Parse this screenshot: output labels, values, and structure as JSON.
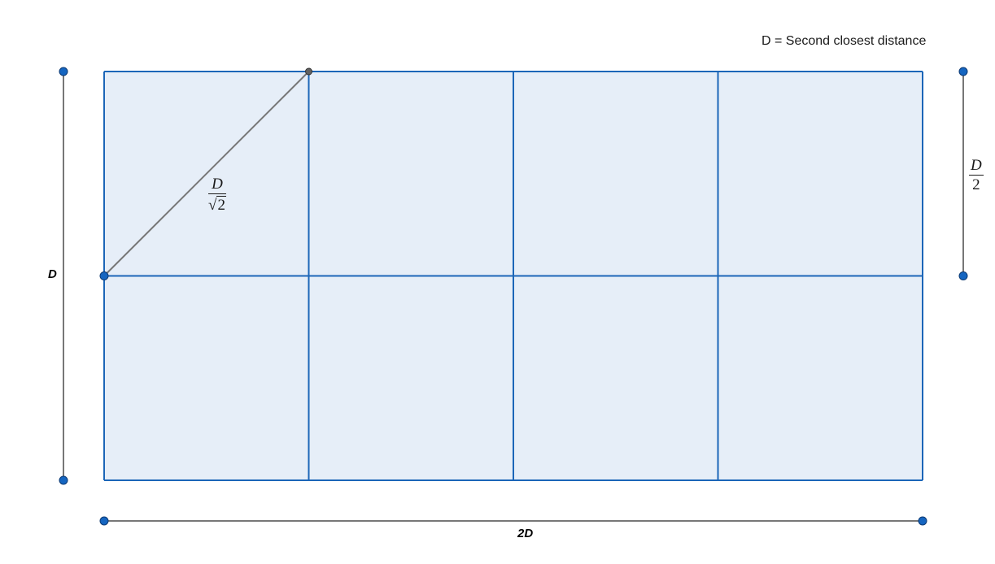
{
  "note": "D = Second closest distance",
  "labels": {
    "height": "D",
    "width": "2D"
  },
  "diagonal_fraction": {
    "numerator": "D",
    "radical": "√",
    "radicand": "2"
  },
  "half_fraction": {
    "numerator": "D",
    "denominator": "2"
  },
  "grid": {
    "columns": 4,
    "rows": 2
  },
  "colors": {
    "cell_fill": "#e6eef8",
    "grid_line": "#1c66b8",
    "dimension_line": "#777777",
    "point_fill": "#1565c0",
    "point_stroke": "#0d3a73",
    "corner_point_fill": "#616161"
  }
}
